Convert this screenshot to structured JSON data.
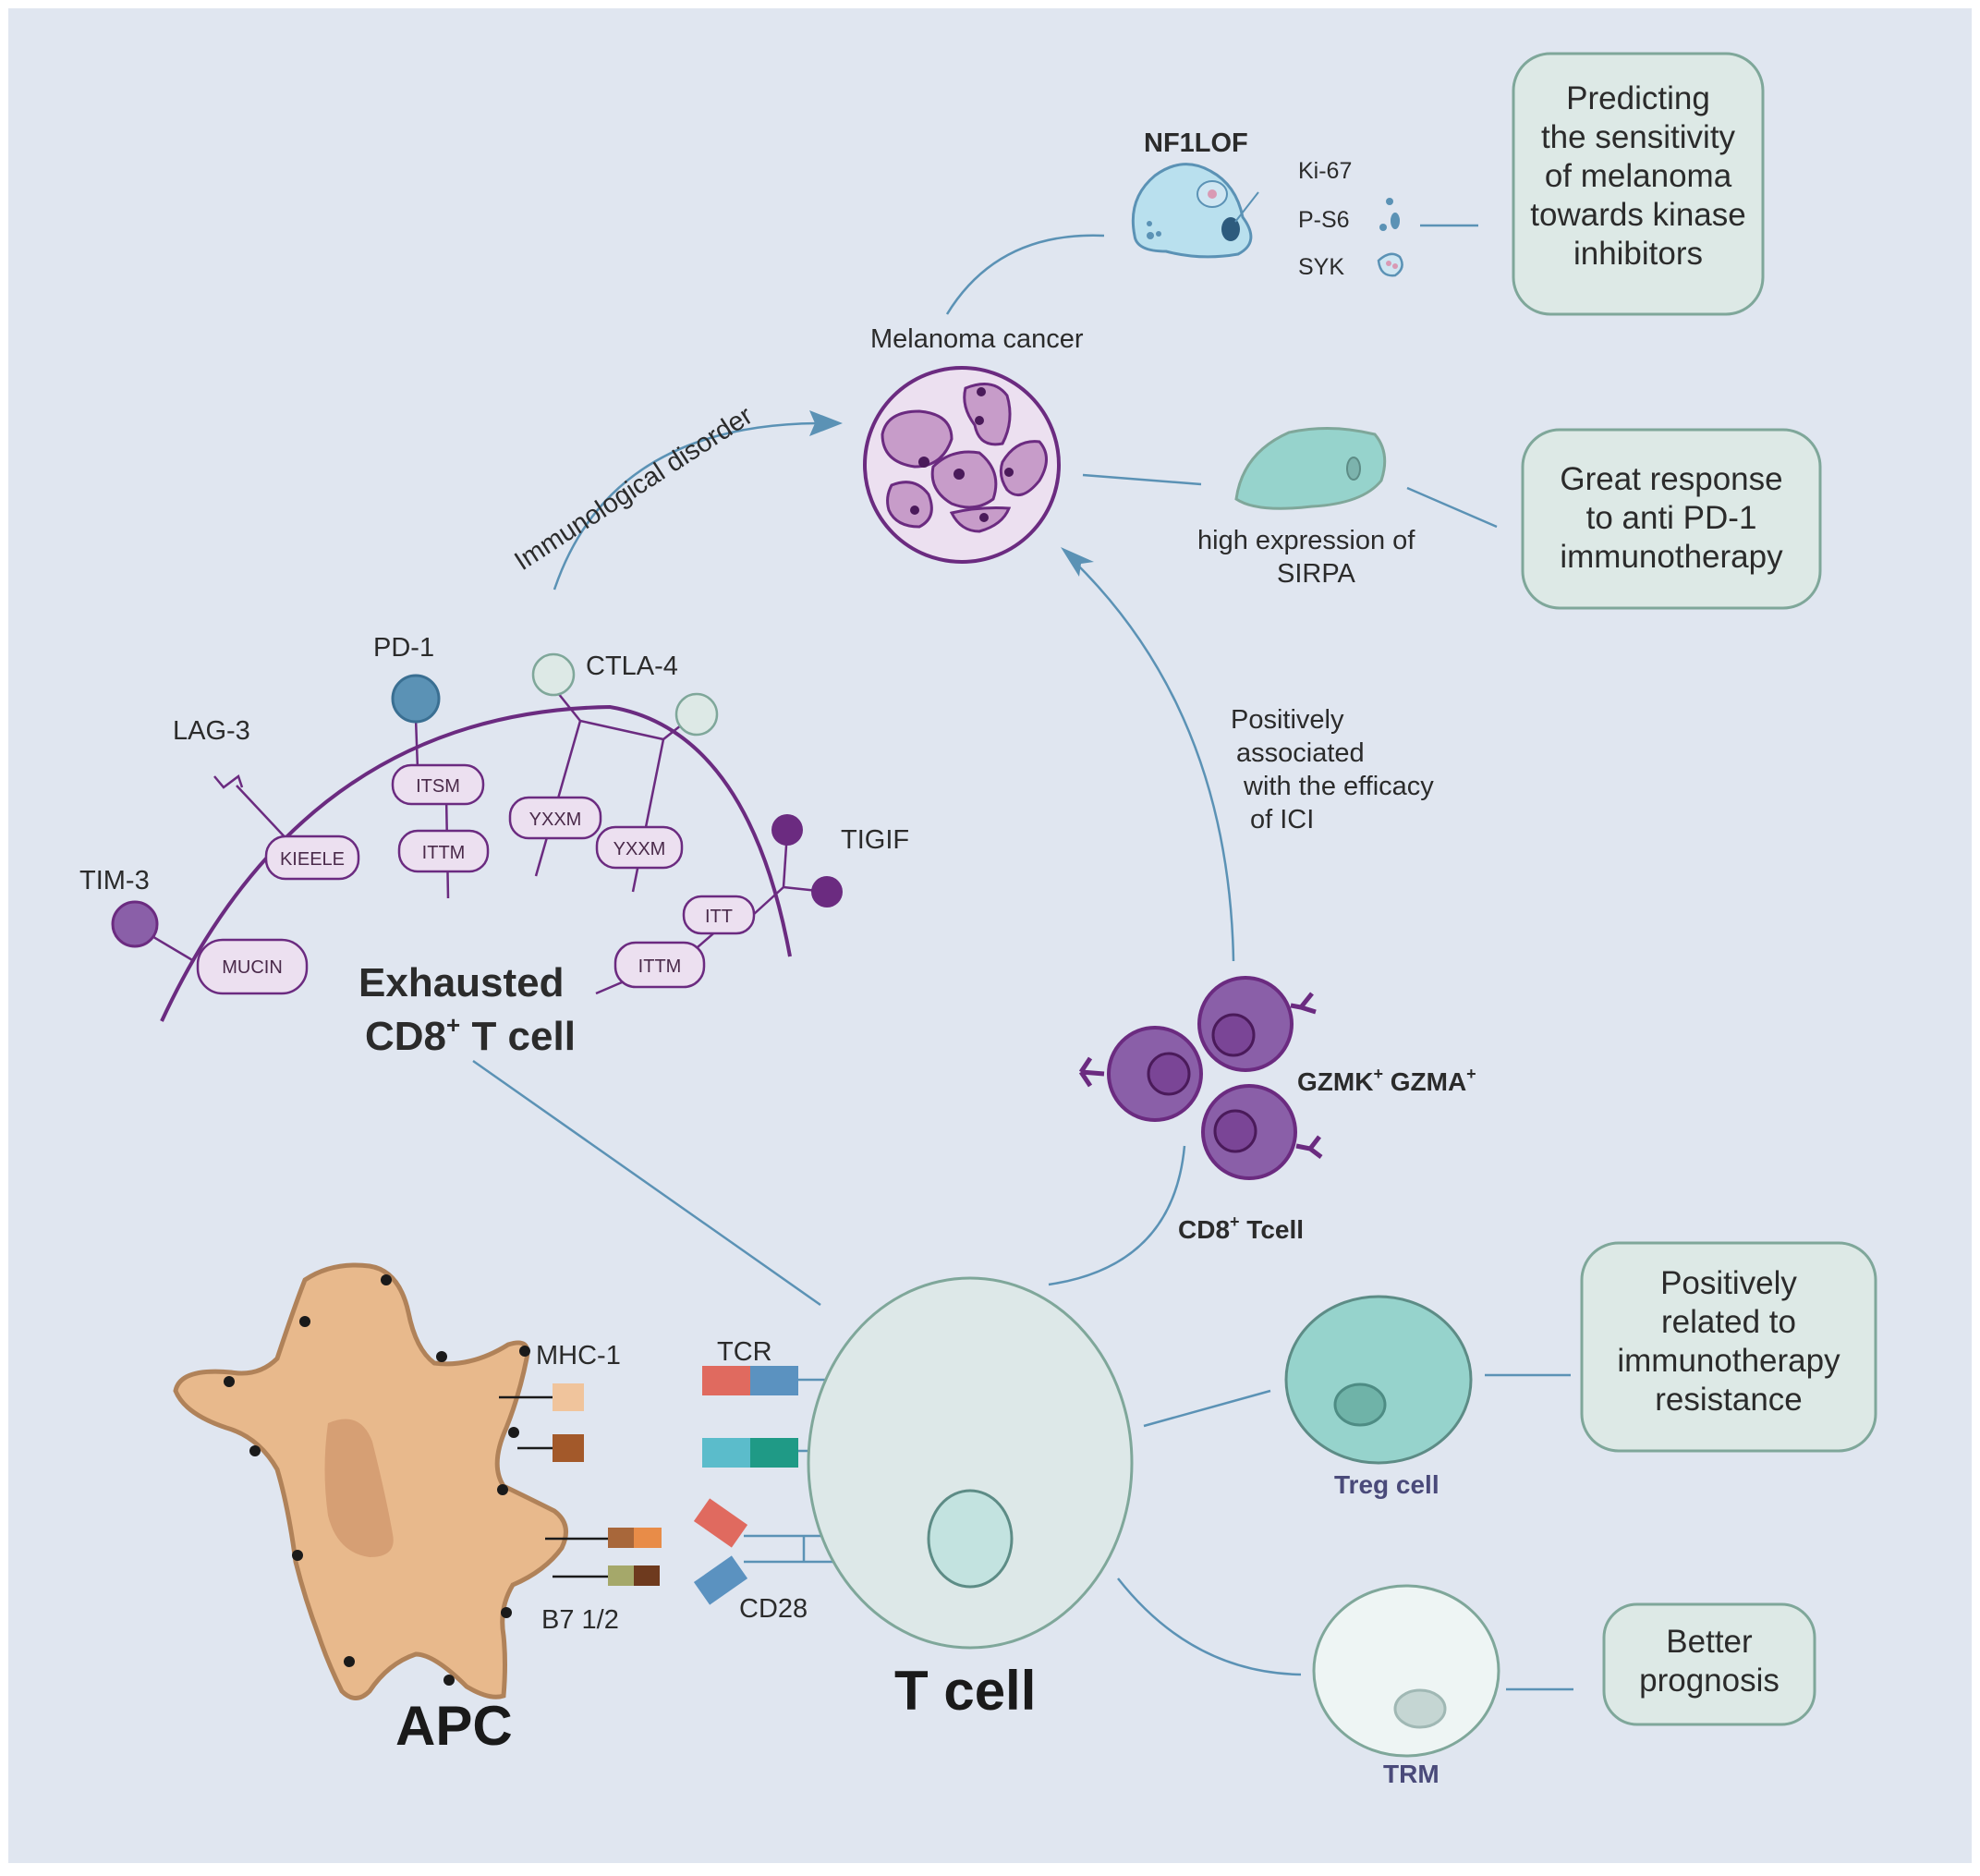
{
  "labels": {
    "nf1lof": "NF1LOF",
    "ki67": "Ki-67",
    "ps6": "P-S6",
    "syk": "SYK",
    "melanoma": "Melanoma cancer",
    "immuno_disorder": "Immunological disorder",
    "sirpa_line1": "high expression of",
    "sirpa_line2": "SIRPA",
    "pos_assoc": [
      "Positively",
      "associated",
      "with the efficacy",
      "of ICI"
    ],
    "pd1": "PD-1",
    "ctla4": "CTLA-4",
    "lag3": "LAG-3",
    "tim3": "TIM-3",
    "tigif": "TIGIF",
    "exhausted_line1": "Exhausted",
    "exhausted_line2_pre": "CD8",
    "exhausted_line2_sup": "+",
    "exhausted_line2_post": " T cell",
    "gzmk": "GZMK",
    "gzma": "GZMA",
    "plus": "+",
    "cd8_tcell_pre": "CD8",
    "cd8_tcell_post": " Tcell",
    "mhc1": "MHC-1",
    "tcr": "TCR",
    "b7": "B7 1/2",
    "cd28": "CD28",
    "apc": "APC",
    "tcell": "T cell",
    "treg": "Treg cell",
    "trm": "TRM"
  },
  "pills": {
    "itsm": "ITSM",
    "ittm1": "ITTM",
    "yxxm1": "YXXM",
    "yxxm2": "YXXM",
    "kieele": "KIEELE",
    "itt": "ITT",
    "ittm2": "ITTM",
    "mucin": "MUCIN"
  },
  "boxes": {
    "kinase": [
      "Predicting",
      "the sensitivity",
      "of melanoma",
      "towards kinase",
      "inhibitors"
    ],
    "pd1_response": [
      "Great response",
      "to anti PD-1",
      "immunotherapy"
    ],
    "resistance": [
      "Positively",
      "related to",
      "immunotherapy",
      "resistance"
    ],
    "prognosis": [
      "Better",
      "prognosis"
    ]
  },
  "colors": {
    "background": "#e0e6f0",
    "box_fill": "#dde9e6",
    "box_stroke": "#7fa79a",
    "link": "#5b92b5",
    "purple": "#6b2b80",
    "cell_purple": "#8a5fa8",
    "apc": "#e8b98c",
    "treg": "#96d3cc",
    "tcell": "#dde8e8",
    "tumor_cell": "#b9e0ee"
  }
}
